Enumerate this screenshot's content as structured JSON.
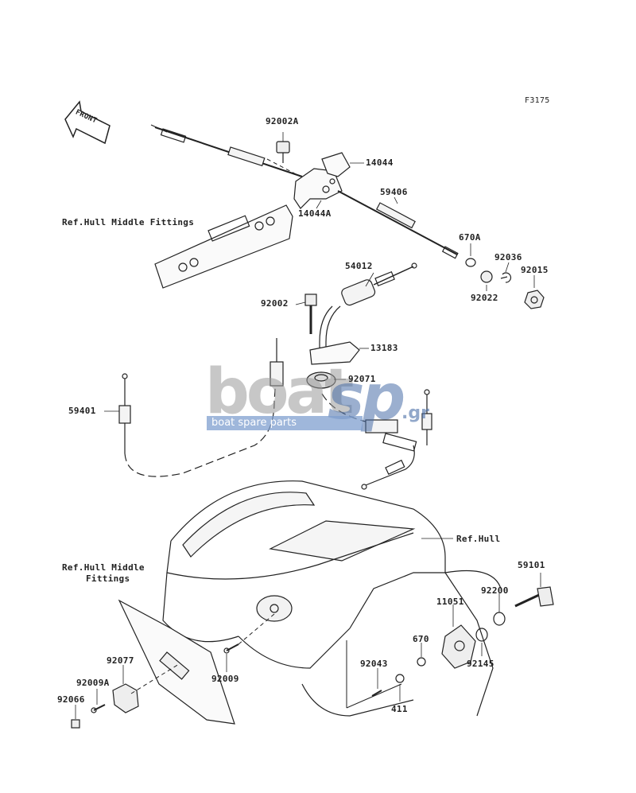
{
  "figure_code": "F3175",
  "front_label": "FRONT",
  "watermark": {
    "brand_a": "boat",
    "brand_b": "sp",
    "tld": ".gr",
    "tagline": "boat spare parts"
  },
  "parts": {
    "p92002A": "92002A",
    "p14044": "14044",
    "p14044A": "14044A",
    "p59406": "59406",
    "p670A": "670A",
    "p92036": "92036",
    "p92015": "92015",
    "p92022": "92022",
    "p54012": "54012",
    "p92002": "92002",
    "p13183": "13183",
    "p92071": "92071",
    "p59401": "59401",
    "p59101": "59101",
    "p92200": "92200",
    "p11051": "11051",
    "p670": "670",
    "p92145": "92145",
    "p92043": "92043",
    "p411": "411",
    "p92077": "92077",
    "p92009A": "92009A",
    "p92066": "92066",
    "p92009": "92009"
  },
  "refs": {
    "hull_middle_top": "Ref.Hull Middle Fittings",
    "hull": "Ref.Hull",
    "hull_middle_bottom_1": "Ref.Hull Middle",
    "hull_middle_bottom_2": "Fittings"
  }
}
